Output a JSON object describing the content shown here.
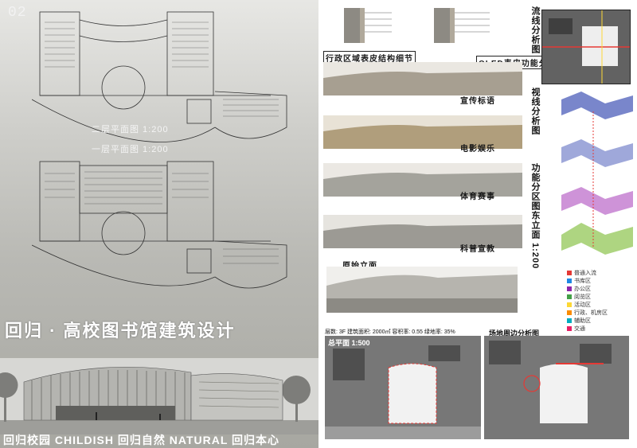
{
  "sheet": {
    "number": "02"
  },
  "plans": {
    "second_floor_caption": "二层平面图 1:200",
    "first_floor_caption": "一层平面图 1:200"
  },
  "title": {
    "main": "回归 · 高校图书馆建筑设计"
  },
  "slogan": {
    "text": "回归校园 CHILDISH 回归自然 NATURAL 回归本心 ORIGINAL"
  },
  "right": {
    "skin_title": "行政区域表皮结构细节",
    "oled_title": "OLED表皮功能分析图",
    "strips": [
      {
        "label": "宣传标语"
      },
      {
        "label": "电影娱乐"
      },
      {
        "label": "体育赛事"
      },
      {
        "label": "科普宣教"
      }
    ],
    "original_elevation": "原始立面",
    "flow_title": "流线分析图",
    "viewing_title": "视线分析图",
    "function_title": "功能分区图",
    "east_elevation": "东立面 1:200",
    "site_plan": "总平面 1:500",
    "site_info": "层数: 3F 建筑面积: 2000㎡ 容积率: 0.55 绿地率: 35%",
    "site_analysis": "场地周边分析图",
    "legend": [
      {
        "label": "普通入流",
        "color": "#e53935"
      },
      {
        "label": "书库区",
        "color": "#1e88e5"
      },
      {
        "label": "办公区",
        "color": "#8e24aa"
      },
      {
        "label": "阅览区",
        "color": "#43a047"
      },
      {
        "label": "活动区",
        "color": "#fdd835"
      },
      {
        "label": "行政、机房区",
        "color": "#fb8c00"
      },
      {
        "label": "辅助区",
        "color": "#00acc1"
      },
      {
        "label": "交通",
        "color": "#e91e63"
      }
    ]
  }
}
